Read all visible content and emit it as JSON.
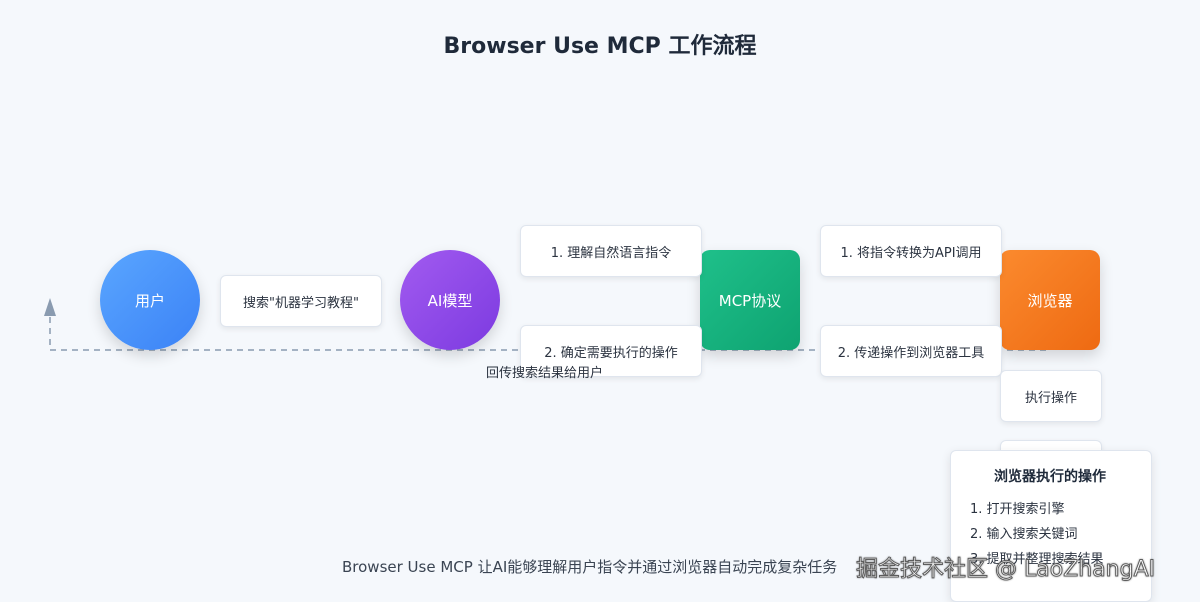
{
  "title": "Browser Use MCP 工作流程",
  "nodes": {
    "user": "用户",
    "ai": "AI模型",
    "mcp": "MCP协议",
    "browser": "浏览器"
  },
  "edges": {
    "user_to_ai": "搜索\"机器学习教程\"",
    "ai_step1": "1. 理解自然语言指令",
    "ai_step2": "2. 确定需要执行的操作",
    "mcp_step1": "1. 将指令转换为API调用",
    "mcp_step2": "2. 传递操作到浏览器工具",
    "browser_exec": "执行操作",
    "return": "回传搜索结果给用户"
  },
  "panel": {
    "title": "浏览器执行的操作",
    "steps": [
      "1. 打开搜索引擎",
      "2. 输入搜索关键词",
      "3. 提取并整理搜索结果"
    ]
  },
  "footer": "Browser Use MCP 让AI能够理解用户指令并通过浏览器自动完成复杂任务",
  "watermark": "掘金技术社区 @ LaoZhangAI",
  "colors": {
    "user": "#3b82f6",
    "ai": "#7c3ae0",
    "mcp": "#0ea371",
    "browser": "#ee6a12",
    "return_line": "#8a9bb0"
  }
}
